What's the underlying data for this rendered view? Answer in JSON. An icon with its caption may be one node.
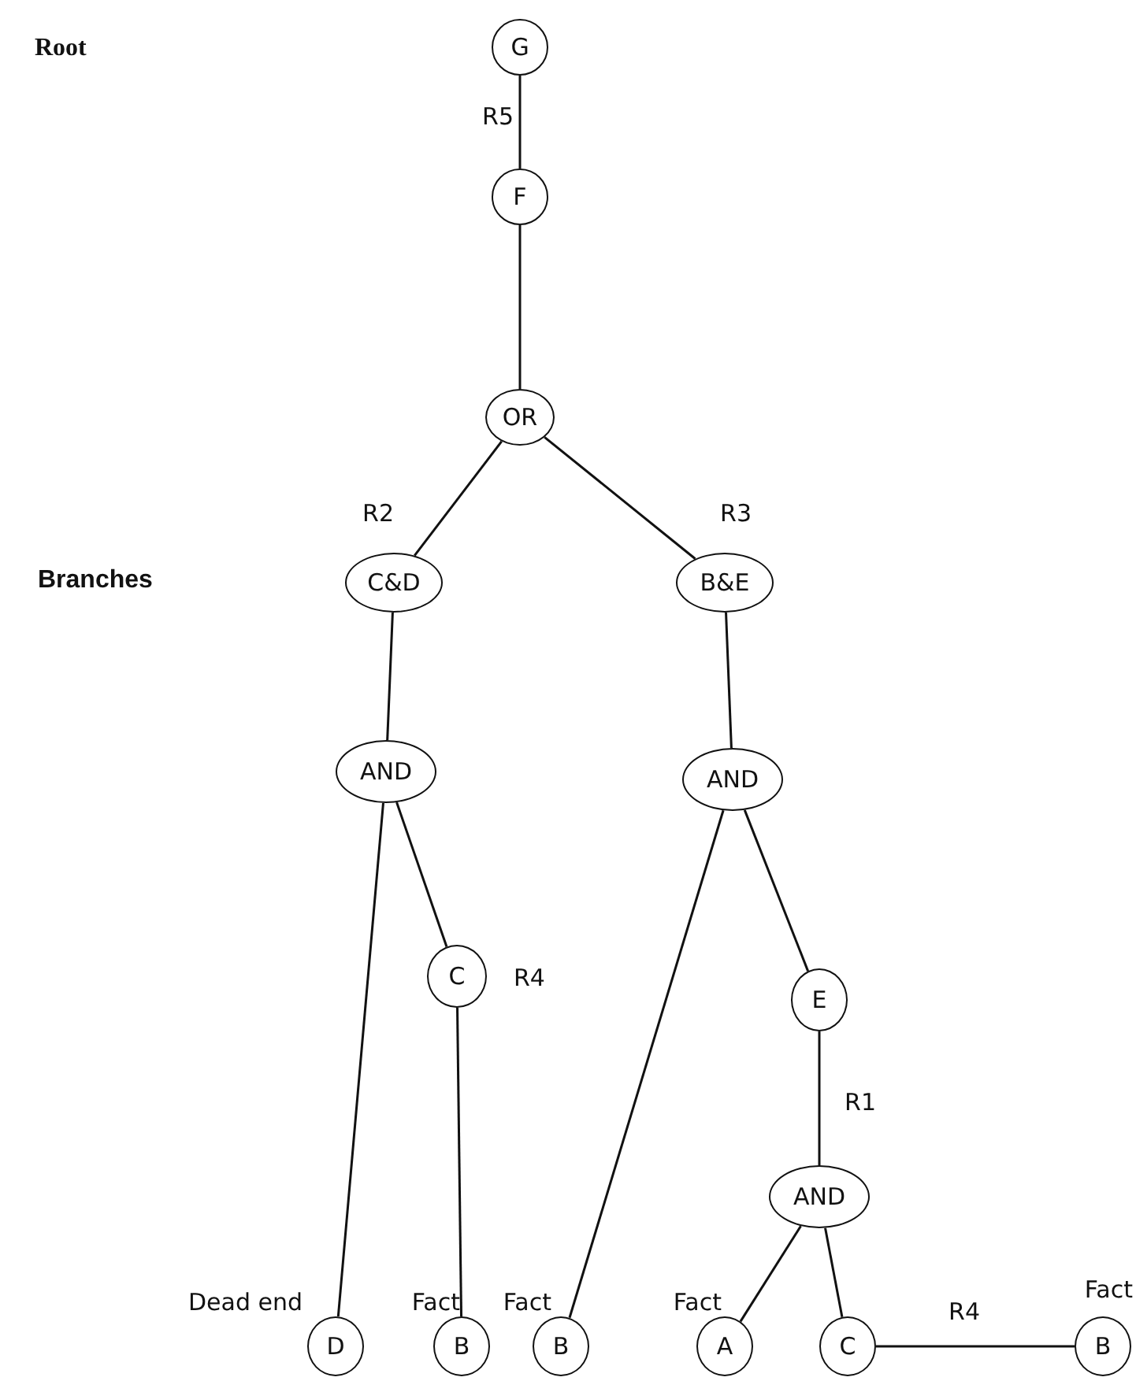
{
  "diagram": {
    "nodes": [
      {
        "text": [
          "G"
        ]
      },
      {
        "text": [
          "F"
        ]
      },
      {
        "text": [
          "OR"
        ]
      },
      {
        "text": [
          "C&D"
        ]
      },
      {
        "text": [
          "B&E"
        ]
      },
      {
        "text": [
          "AND"
        ]
      },
      {
        "text": [
          "AND"
        ]
      },
      {
        "text": [
          "C"
        ],
        "beside": [
          "R4"
        ]
      },
      {
        "text": [
          "E"
        ]
      },
      {
        "text": [
          "AND"
        ]
      },
      {
        "text": [
          "D"
        ],
        "beside": [
          "Dead end"
        ]
      },
      {
        "text": [
          "B"
        ],
        "beside": [
          "Fact"
        ]
      },
      {
        "text": [
          "B"
        ],
        "beside": [
          "Fact"
        ]
      },
      {
        "text": [
          "A"
        ],
        "beside": [
          "Fact"
        ]
      },
      {
        "text": [
          "C"
        ]
      },
      {
        "text": [
          "B"
        ],
        "beside": [
          "Fact"
        ]
      }
    ],
    "edges": [
      {
        "from": 0,
        "to": 1,
        "arrow": "none",
        "label": "R5"
      },
      {
        "from": 1,
        "to": 2,
        "arrow": "none"
      },
      {
        "from": 2,
        "to": 3,
        "arrow": "none",
        "label": "R2"
      },
      {
        "from": 2,
        "to": 4,
        "arrow": "none",
        "label": "R3"
      },
      {
        "from": 3,
        "to": 5,
        "arrow": "none"
      },
      {
        "from": 4,
        "to": 6,
        "arrow": "none"
      },
      {
        "from": 5,
        "to": 10,
        "arrow": "none"
      },
      {
        "from": 5,
        "to": 7,
        "arrow": "none"
      },
      {
        "from": 7,
        "to": 11,
        "arrow": "none"
      },
      {
        "from": 6,
        "to": 12,
        "arrow": "none"
      },
      {
        "from": 6,
        "to": 8,
        "arrow": "none"
      },
      {
        "from": 8,
        "to": 9,
        "arrow": "none",
        "label": "R1"
      },
      {
        "from": 9,
        "to": 13,
        "arrow": "none"
      },
      {
        "from": 9,
        "to": 14,
        "arrow": "none"
      },
      {
        "from": 14,
        "to": 15,
        "arrow": "none",
        "label": "R4"
      }
    ],
    "labels": [
      "Root",
      "Branches"
    ]
  }
}
